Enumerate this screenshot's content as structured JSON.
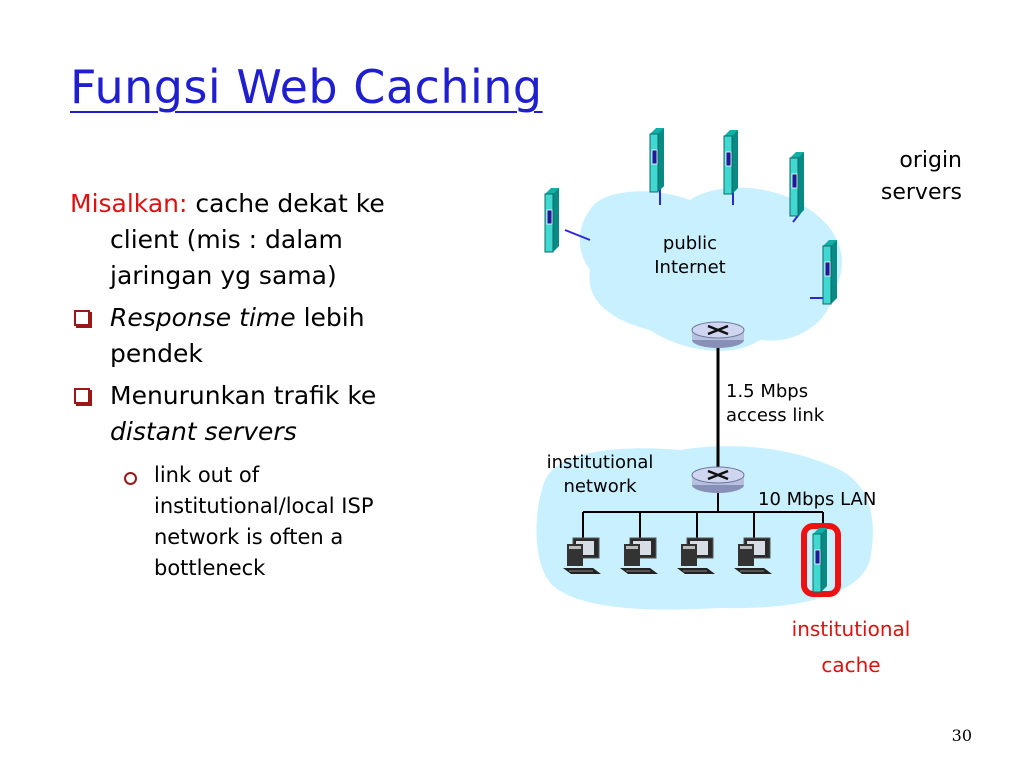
{
  "title": "Fungsi Web Caching",
  "intro": {
    "label": "Misalkan:",
    "text_line1": "cache dekat ke",
    "text_line2": "client (mis : dalam",
    "text_line3": "jaringan yg sama)"
  },
  "bullets": [
    {
      "italic": "Response time",
      "rest": " lebih",
      "line2": "pendek"
    },
    {
      "text": "Menurunkan trafik ke",
      "italic_line2": "distant servers"
    }
  ],
  "sub_bullet": {
    "line1": "link out of",
    "line2": "institutional/local ISP",
    "line3": "network is often a",
    "line4": "bottleneck"
  },
  "diagram": {
    "origin_servers": [
      "origin",
      "servers"
    ],
    "public_internet": [
      "public",
      "Internet"
    ],
    "access_link": [
      "1.5 Mbps",
      "access link"
    ],
    "institutional_network": [
      "institutional",
      "network"
    ],
    "lan": "10 Mbps LAN",
    "institutional_cache": [
      "institutional",
      "cache"
    ],
    "colors": {
      "cloud": "#c8f0ff",
      "server": "#10b0a8",
      "router": "#c0c8e8",
      "highlight": "#ee1111",
      "caption_red": "#e01010"
    }
  },
  "page_number": "30"
}
